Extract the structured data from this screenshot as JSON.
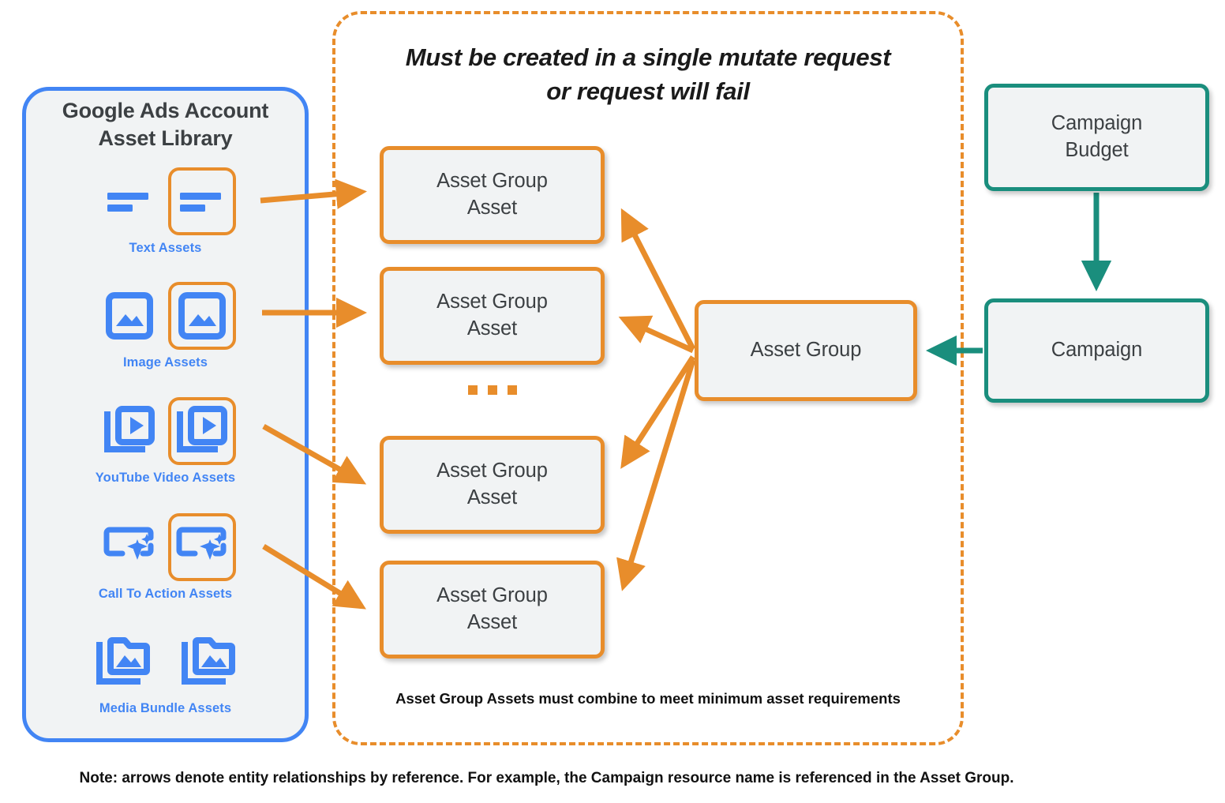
{
  "sidebar": {
    "title": "Google Ads Account\nAsset Library",
    "title_line1": "Google Ads Account",
    "title_line2": "Asset Library",
    "border_color": "#4285f4",
    "items": [
      {
        "caption": "Text Assets",
        "icon": "text-lines-icon"
      },
      {
        "caption": "Image Assets",
        "icon": "image-icon"
      },
      {
        "caption": "YouTube Video  Assets",
        "icon": "video-play-icon"
      },
      {
        "caption": "Call To Action Assets",
        "icon": "call-to-action-sparkle-icon"
      },
      {
        "caption": "Media Bundle  Assets",
        "icon": "folder-image-icon"
      }
    ]
  },
  "mutate_box": {
    "title_line1": "Must be created in a single mutate request",
    "title_line2": "or request will fail",
    "footnote": "Asset Group Assets must combine to meet minimum asset requirements",
    "border_color": "#e88d2b"
  },
  "nodes": {
    "asset_group_assets": [
      {
        "label": "Asset Group\nAsset",
        "line1": "Asset Group",
        "line2": "Asset"
      },
      {
        "label": "Asset Group\nAsset",
        "line1": "Asset Group",
        "line2": "Asset"
      },
      {
        "label": "Asset Group\nAsset",
        "line1": "Asset Group",
        "line2": "Asset"
      },
      {
        "label": "Asset Group\nAsset",
        "line1": "Asset Group",
        "line2": "Asset"
      }
    ],
    "ellipsis": "…",
    "asset_group": {
      "label": "Asset Group",
      "border_color": "#e88d2b"
    },
    "campaign_budget": {
      "line1": "Campaign",
      "line2": "Budget",
      "border_color": "#1a8e7d"
    },
    "campaign": {
      "label": "Campaign",
      "border_color": "#1a8e7d"
    }
  },
  "colors": {
    "orange": "#e88d2b",
    "teal": "#1a8e7d",
    "blue": "#4285f4",
    "node_fill": "#f1f3f4",
    "text_dark": "#3c4043"
  },
  "footer": {
    "note": "Note: arrows denote entity relationships by reference. For example, the Campaign resource name is referenced in the Asset Group."
  }
}
